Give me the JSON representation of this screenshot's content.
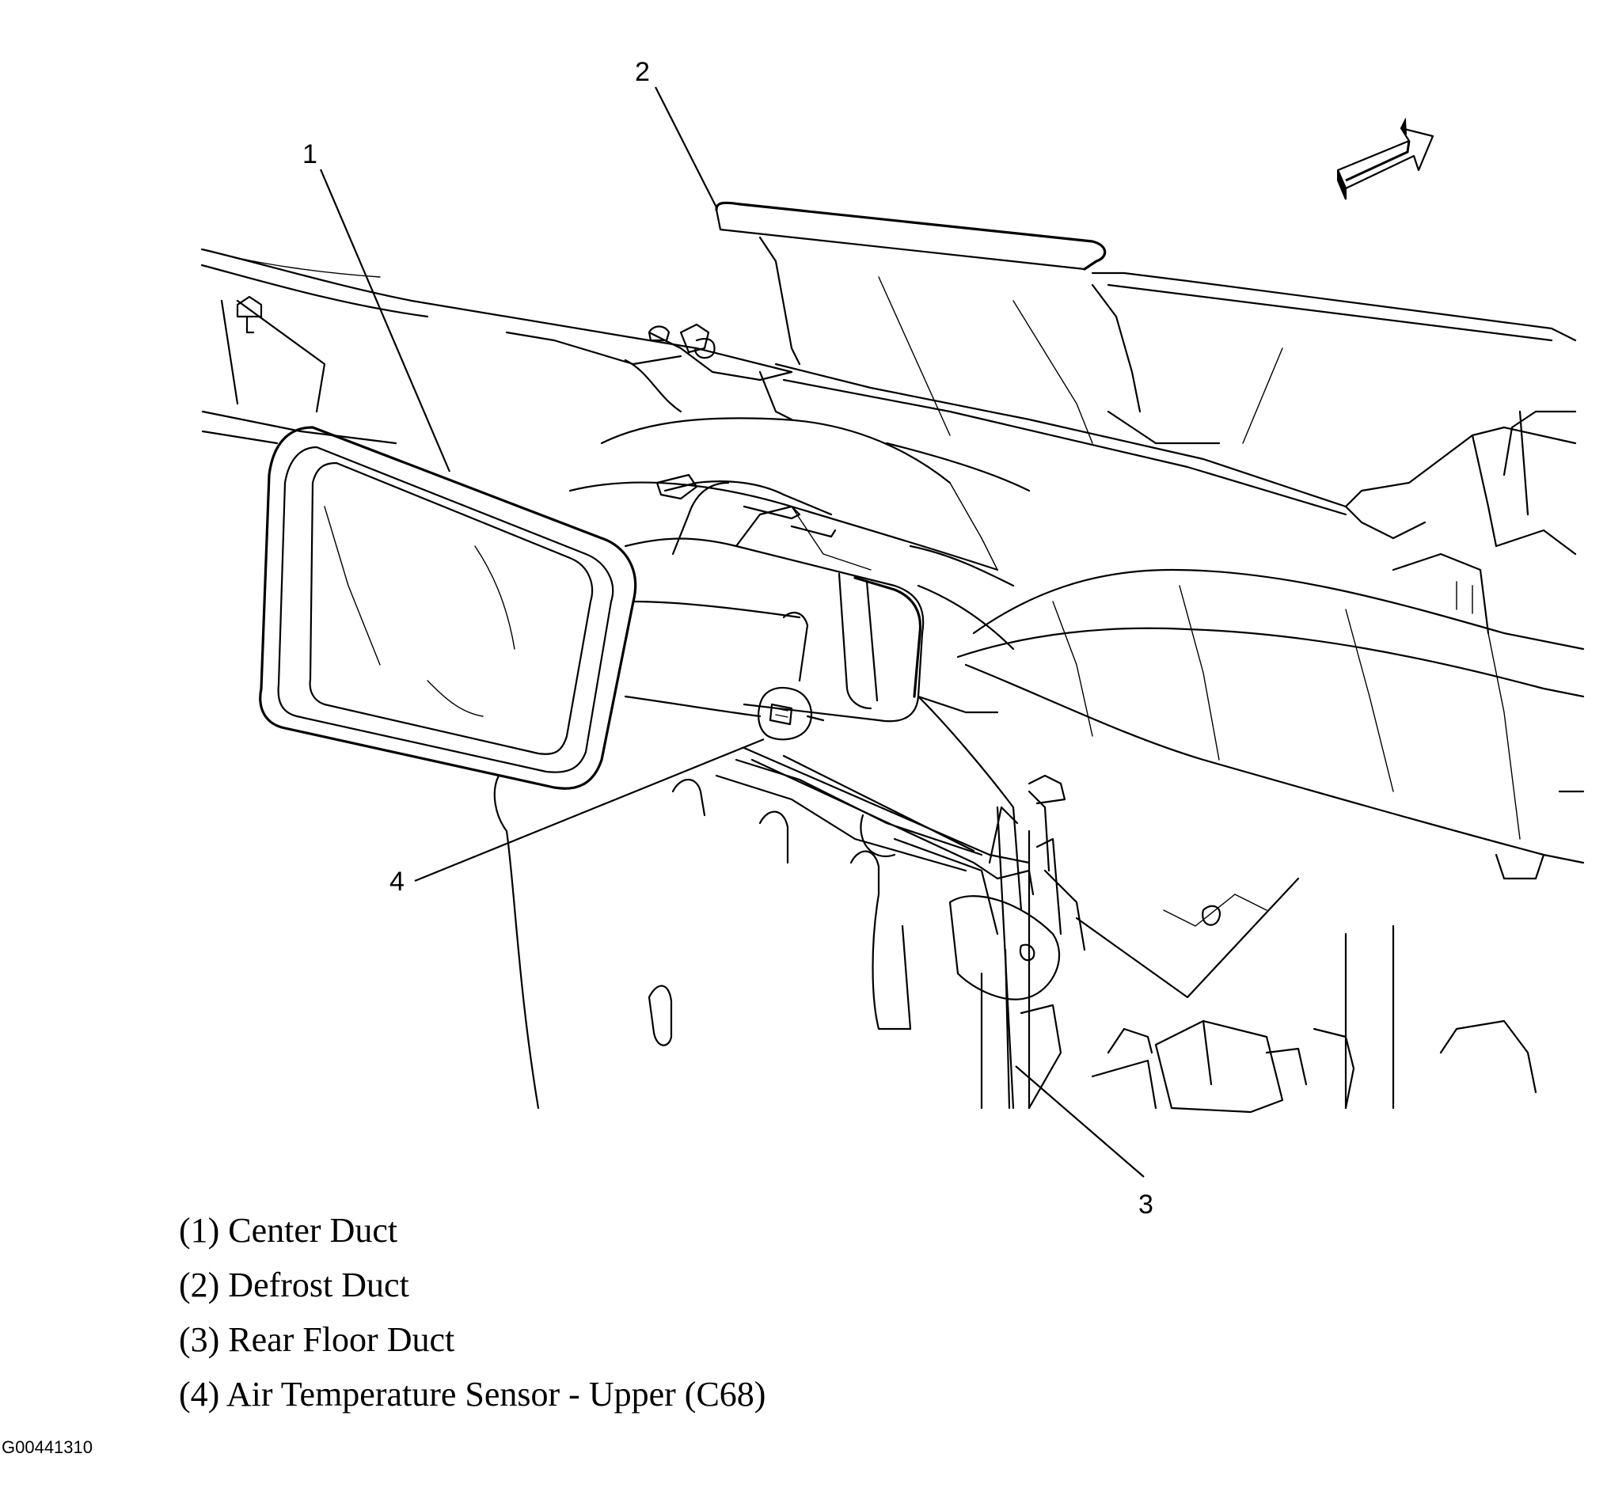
{
  "callouts": [
    "1",
    "2",
    "3",
    "4"
  ],
  "legend": [
    "(1) Center Duct",
    "(2) Defrost Duct",
    "(3) Rear Floor Duct",
    "(4) Air Temperature Sensor - Upper (C68)"
  ],
  "figure_id": "G00441310",
  "icons": {
    "direction": "forward-arrow-icon"
  }
}
